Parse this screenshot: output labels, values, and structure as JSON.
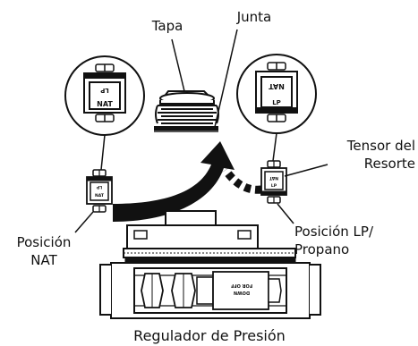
{
  "labels": {
    "cap": "Tapa",
    "gasket": "Junta",
    "spring_retainer_line1": "Tensor del",
    "spring_retainer_line2": "Resorte",
    "nat_position_line1": "Posición",
    "nat_position_line2": "NAT",
    "lp_position_line1": "Posición LP/",
    "lp_position_line2": "Propano",
    "regulator": "Regulador de Presión"
  },
  "insert_marks": {
    "left_zoom_top": "LP",
    "left_zoom_bottom": "NAT",
    "right_zoom_top": "NAT",
    "right_zoom_bottom": "LP",
    "left_small_top": "LP",
    "left_small_bottom": "NAT",
    "right_small_top": "NAT",
    "right_small_bottom": "LP",
    "regulator_line1": "FOR OFF",
    "regulator_line2": "DOWN"
  },
  "colors": {
    "ink": "#111111",
    "background": "#ffffff"
  }
}
